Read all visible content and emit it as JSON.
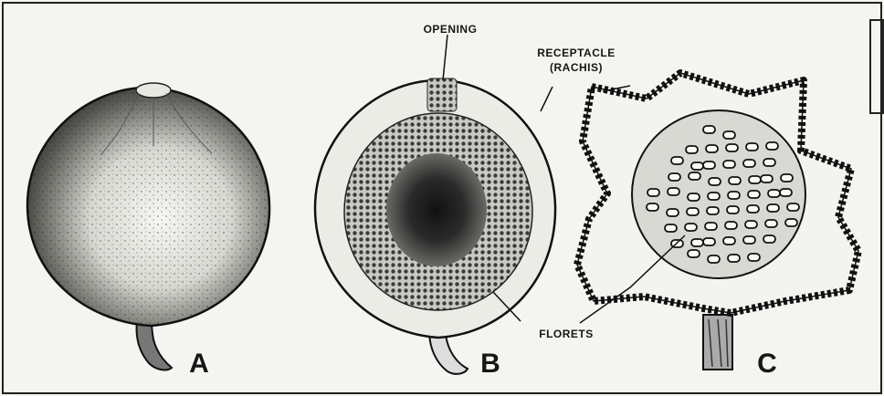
{
  "figure": {
    "labels": {
      "opening": "OPENING",
      "receptacle": "RECEPTACLE",
      "rachis": "(RACHIS)",
      "florets": "FLORETS"
    },
    "panels": {
      "a": "A",
      "b": "B",
      "c": "C"
    }
  }
}
